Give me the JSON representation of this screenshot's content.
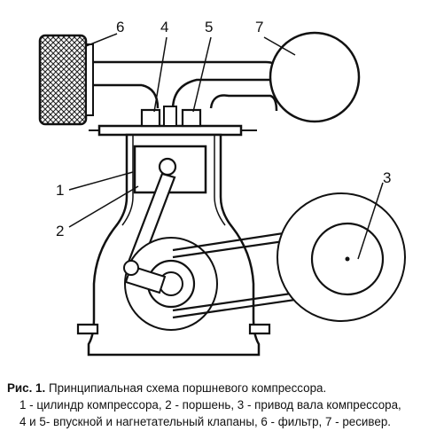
{
  "figure": {
    "callouts": {
      "cylinder": "1",
      "piston": "2",
      "shaft_drive": "3",
      "intake_valve": "4",
      "discharge_valve": "5",
      "filter": "6",
      "receiver": "7"
    }
  },
  "caption": {
    "label": "Рис. 1.",
    "title": "Принципиальная схема поршневого компрессора.",
    "legend_line1": "1 - цилиндр компрессора, 2 - поршень, 3 - привод вала компрессора,",
    "legend_line2": "4 и 5- впускной и нагнетательный клапаны, 6 - фильтр, 7 - ресивер."
  }
}
